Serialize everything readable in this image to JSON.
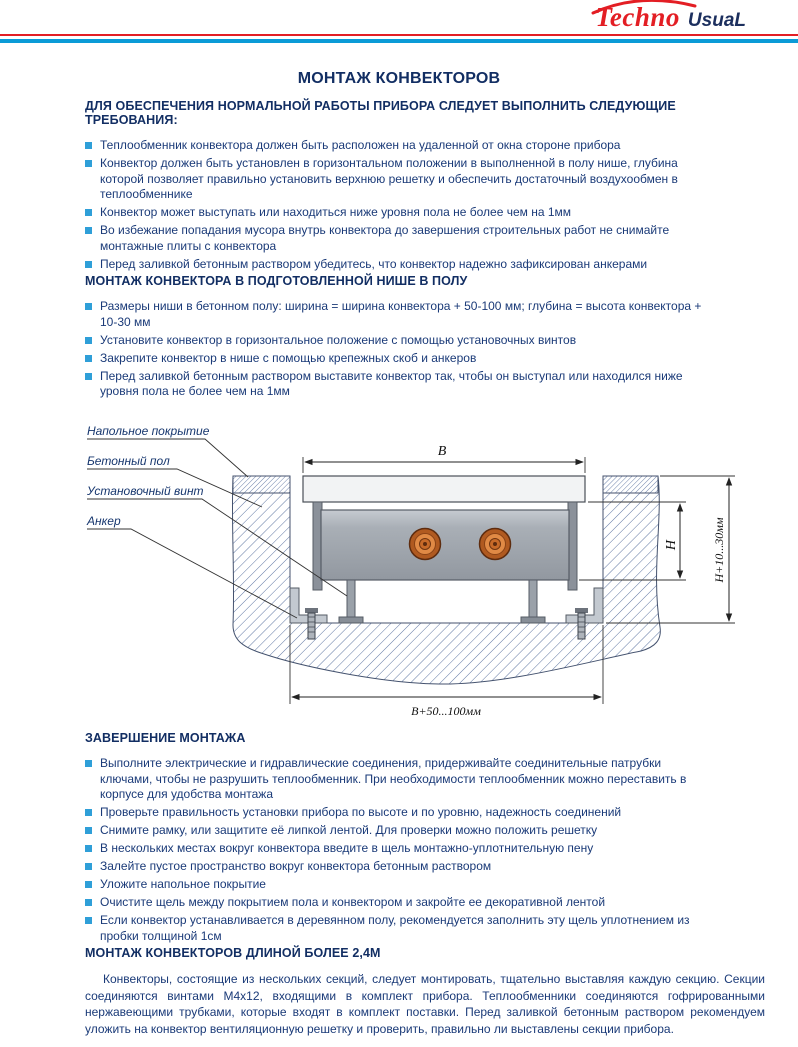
{
  "brand": {
    "techno": "Techno",
    "usual": "UsuaL"
  },
  "title": "МОНТАЖ КОНВЕКТОРОВ",
  "sections": {
    "requirements": {
      "heading": "ДЛЯ ОБЕСПЕЧЕНИЯ НОРМАЛЬНОЙ РАБОТЫ ПРИБОРА СЛЕДУЕТ ВЫПОЛНИТЬ СЛЕДУЮЩИЕ ТРЕБОВАНИЯ:",
      "bullets": [
        "Теплообменник конвектора должен быть расположен на удаленной от окна стороне прибора",
        "Конвектор должен быть установлен в горизонтальном положении в выполненной в полу нише, глубина которой позволяет правильно установить верхнюю решетку и обеспечить достаточный воздухообмен в теплообменнике",
        "Конвектор может выступать или находиться ниже уровня пола не более чем на 1мм",
        "Во избежание попадания мусора внутрь конвектора до завершения строительных работ не снимайте монтажные плиты с конвектора",
        "Перед заливкой бетонным раствором убедитесь, что конвектор надежно зафиксирован анкерами"
      ]
    },
    "niche": {
      "heading": "МОНТАЖ КОНВЕКТОРА В ПОДГОТОВЛЕННОЙ НИШЕ В ПОЛУ",
      "bullets": [
        "Размеры ниши в бетонном полу: ширина = ширина конвектора + 50-100 мм; глубина = высота конвектора + 10-30 мм",
        "Установите конвектор в горизонтальное положение с помощью установочных винтов",
        "Закрепите конвектор в нише с помощью крепежных скоб и анкеров",
        "Перед заливкой бетонным раствором выставите конвектор так, чтобы он выступал или находился ниже уровня пола не более чем на 1мм"
      ]
    },
    "finishing": {
      "heading": "ЗАВЕРШЕНИЕ МОНТАЖА",
      "bullets": [
        "Выполните электрические и гидравлические соединения, придерживайте соединительные патрубки ключами, чтобы не разрушить теплообменник. При необходимости теплообменник можно переставить в корпусе для удобства монтажа",
        "Проверьте правильность установки прибора по высоте и по уровню, надежность соединений",
        "Снимите рамку, или защитите её липкой лентой. Для проверки можно положить решетку",
        "В нескольких местах вокруг конвектора введите в щель монтажно-уплотнительную пену",
        "Залейте пустое пространство вокруг конвектора бетонным раствором",
        "Уложите напольное покрытие",
        "Очистите щель между покрытием пола и конвектором и закройте ее декоративной лентой",
        "Если конвектор устанавливается в деревянном полу, рекомендуется заполнить эту щель уплотнением из пробки толщиной 1см"
      ]
    },
    "long": {
      "heading": "МОНТАЖ КОНВЕКТОРОВ ДЛИНОЙ БОЛЕЕ 2,4М",
      "paragraph": "Конвекторы, состоящие из нескольких секций, следует монтировать, тщательно выставляя каждую секцию. Секции соединяются винтами М4х12, входящими в комплект прибора. Теплообменники соединяются гофрированными нержавеющими трубками, которые входят в комплект поставки. Перед заливкой бетонным раствором рекомендуем уложить на конвектор вентиляционную решетку и проверить, правильно ли выставлены секции прибора."
    }
  },
  "diagram": {
    "callouts": {
      "floor_covering": "Напольное покрытие",
      "concrete_floor": "Бетонный пол",
      "adjusting_screw": "Установочный винт",
      "anchor": "Анкер"
    },
    "dimensions": {
      "width": "B",
      "height": "H",
      "depth": "H+10...30мм",
      "niche_width": "B+50...100мм"
    }
  },
  "colors": {
    "accent_red": "#e31e24",
    "accent_blue": "#0b9bd7",
    "bullet_blue": "#2f9fd8",
    "text_navy": "#1a3a78",
    "heading_navy": "#122e63"
  }
}
